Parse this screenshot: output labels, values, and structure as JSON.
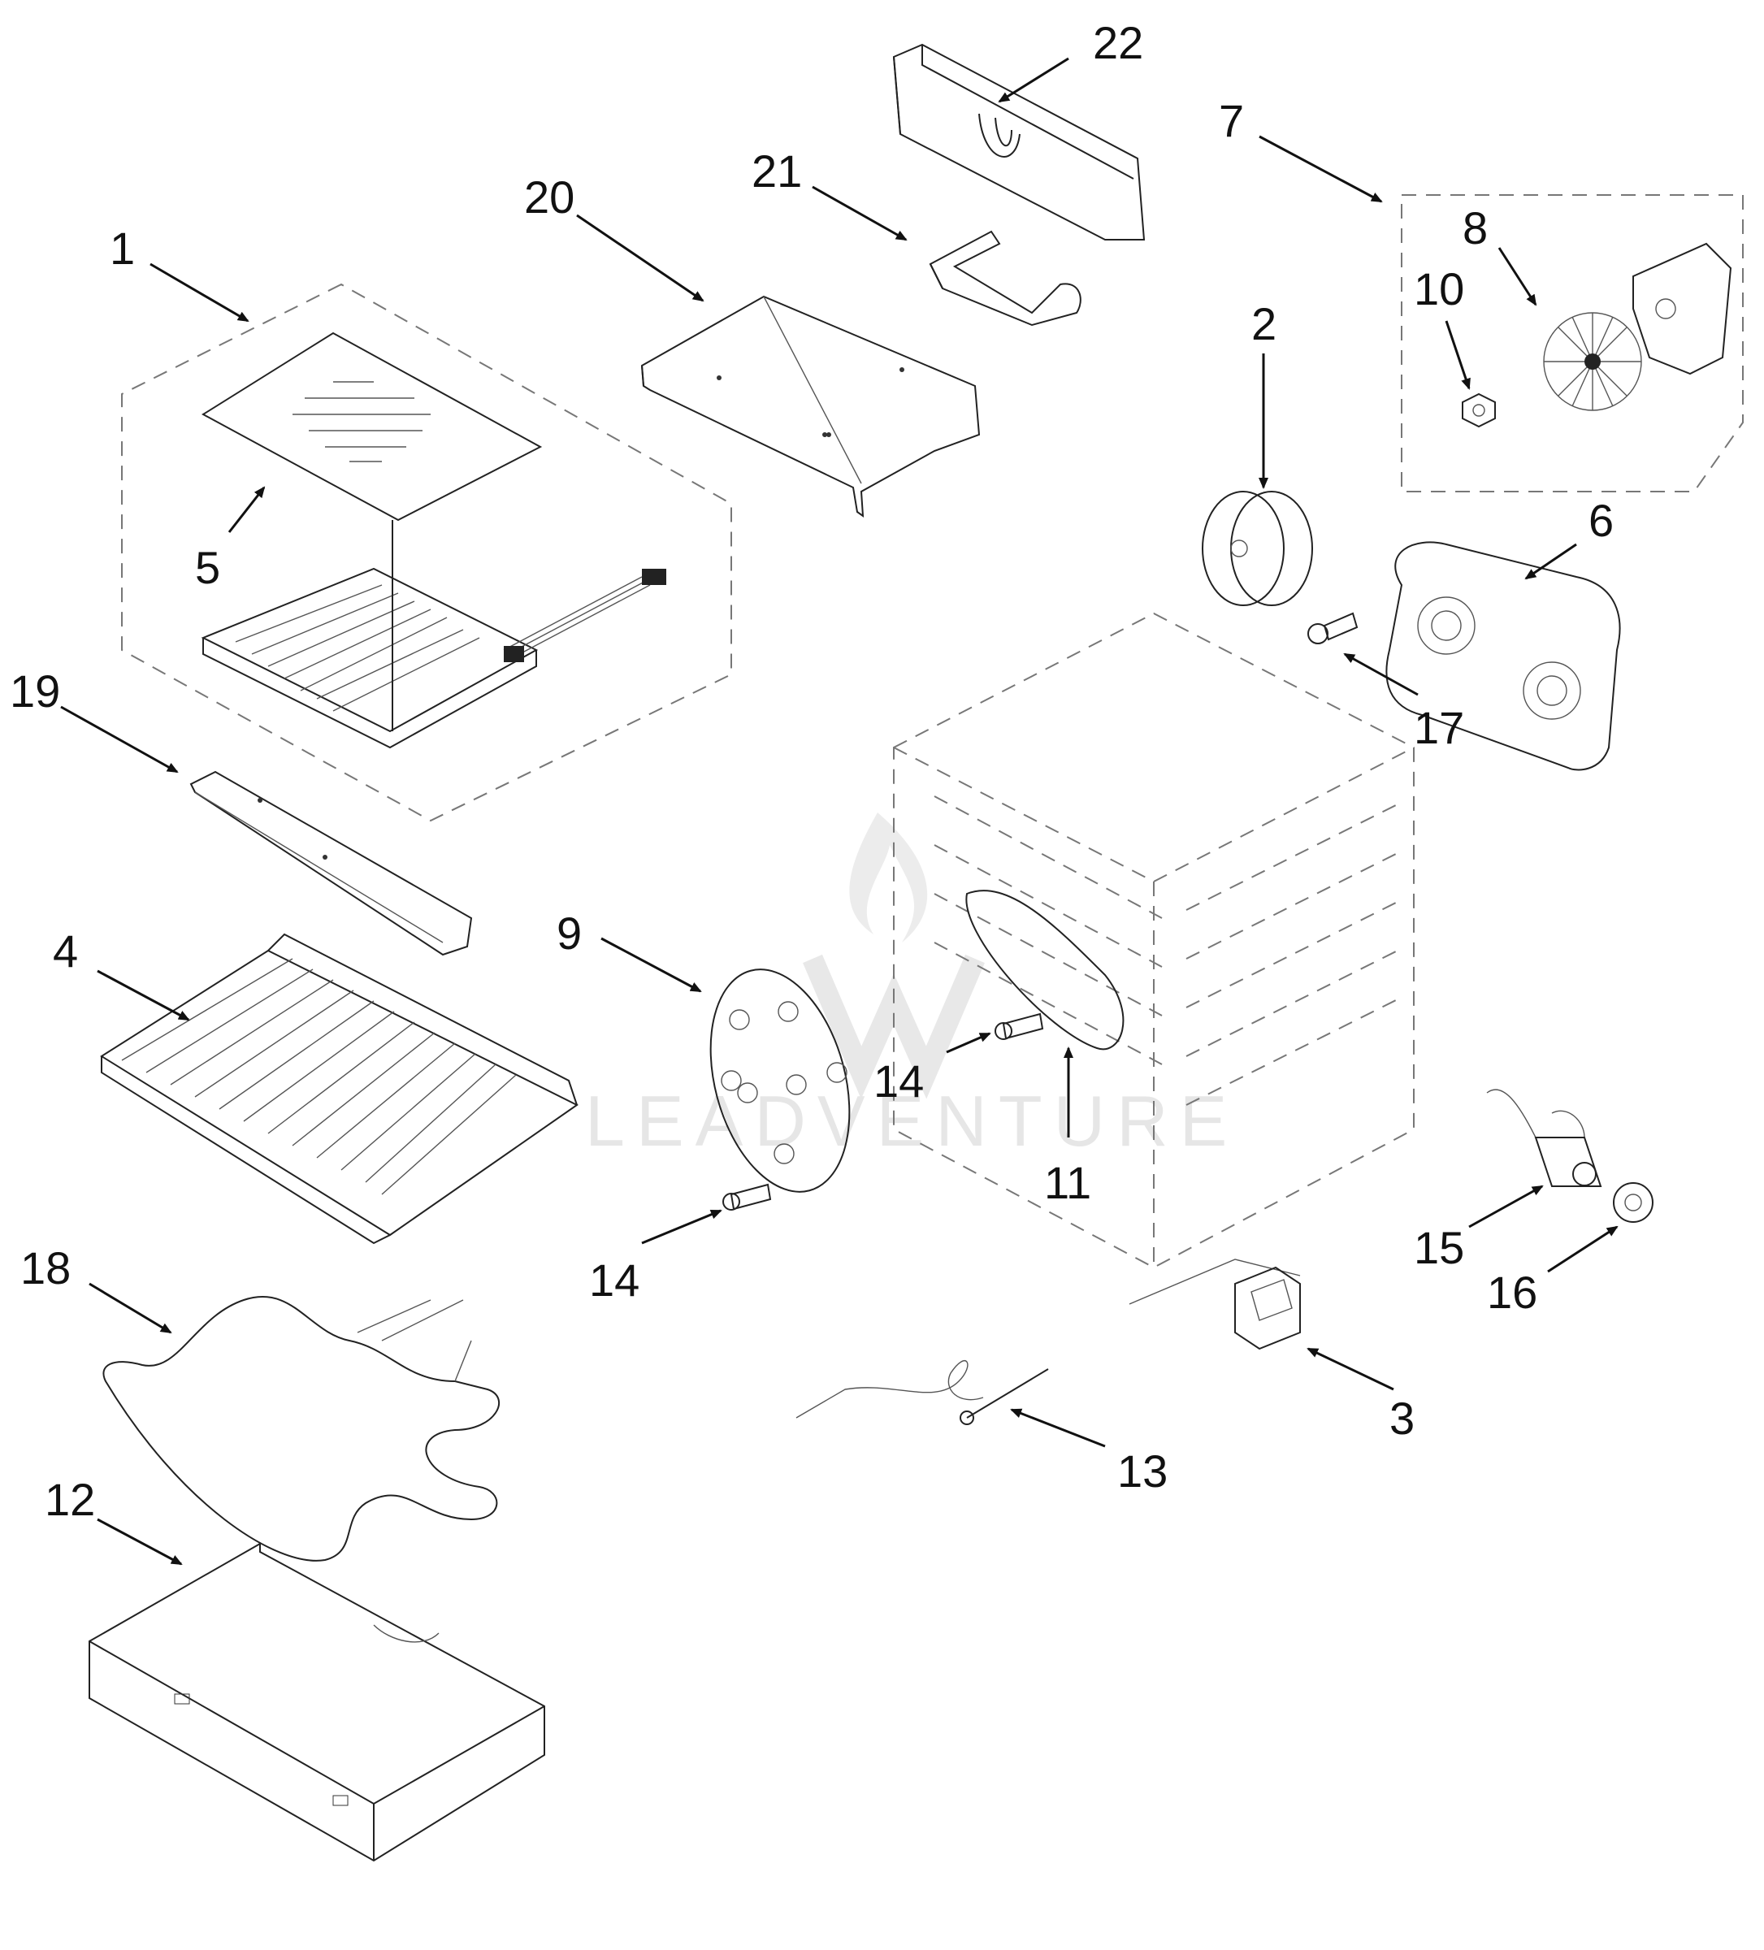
{
  "watermark": {
    "text": "LEADVENTURE"
  },
  "callouts": [
    {
      "id": "1",
      "label": "1"
    },
    {
      "id": "2",
      "label": "2"
    },
    {
      "id": "3",
      "label": "3"
    },
    {
      "id": "4",
      "label": "4"
    },
    {
      "id": "5",
      "label": "5"
    },
    {
      "id": "6",
      "label": "6"
    },
    {
      "id": "7",
      "label": "7"
    },
    {
      "id": "8",
      "label": "8"
    },
    {
      "id": "9",
      "label": "9"
    },
    {
      "id": "10",
      "label": "10"
    },
    {
      "id": "11",
      "label": "11"
    },
    {
      "id": "12",
      "label": "12"
    },
    {
      "id": "13",
      "label": "13"
    },
    {
      "id": "14a",
      "label": "14"
    },
    {
      "id": "14b",
      "label": "14"
    },
    {
      "id": "15",
      "label": "15"
    },
    {
      "id": "16",
      "label": "16"
    },
    {
      "id": "17",
      "label": "17"
    },
    {
      "id": "18",
      "label": "18"
    },
    {
      "id": "19",
      "label": "19"
    },
    {
      "id": "20",
      "label": "20"
    },
    {
      "id": "21",
      "label": "21"
    },
    {
      "id": "22",
      "label": "22"
    }
  ]
}
